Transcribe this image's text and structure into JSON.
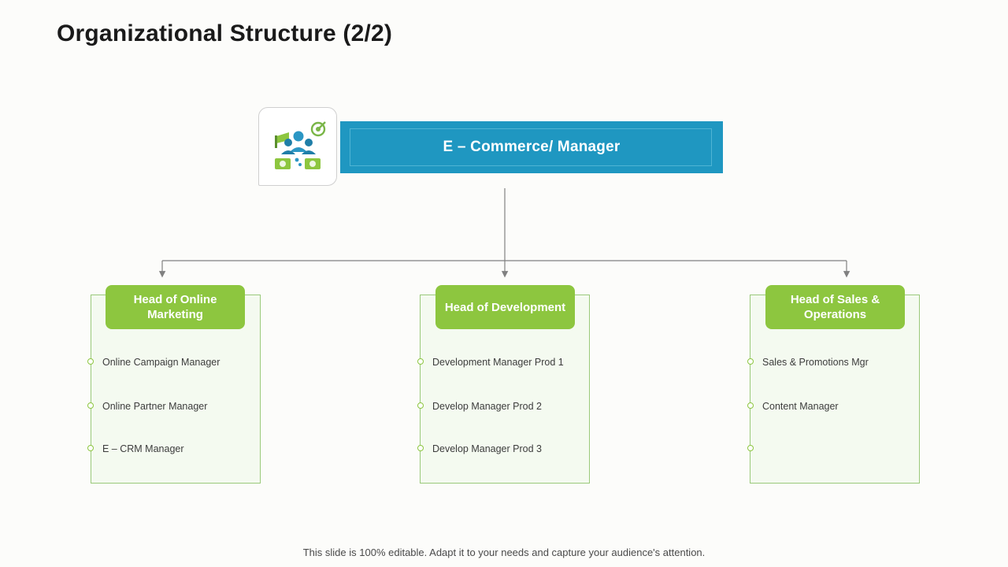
{
  "slide": {
    "title": "Organizational Structure (2/2)",
    "footer_note": "This slide is 100% editable. Adapt it to your needs and capture your audience's attention."
  },
  "colors": {
    "top_node_fill": "#1f97c1",
    "top_node_inner_border": "#4fb4d4",
    "head_fill": "#8dc63f",
    "column_fill": "#f4faf0",
    "column_border": "#9ac97a",
    "connector": "#808080",
    "background": "#fcfcfa"
  },
  "top_node": {
    "label": "E – Commerce/ Manager",
    "icon_name": "team-analytics-icon"
  },
  "columns": [
    {
      "head": "Head of Online Marketing",
      "items": [
        "Online Campaign Manager",
        "Online Partner Manager",
        "E – CRM Manager"
      ]
    },
    {
      "head": "Head of Development",
      "items": [
        "Development  Manager Prod 1",
        "Develop  Manager Prod 2",
        "Develop  Manager Prod 3"
      ]
    },
    {
      "head": "Head of Sales & Operations",
      "items": [
        "Sales & Promotions Mgr",
        "Content Manager",
        ""
      ]
    }
  ]
}
